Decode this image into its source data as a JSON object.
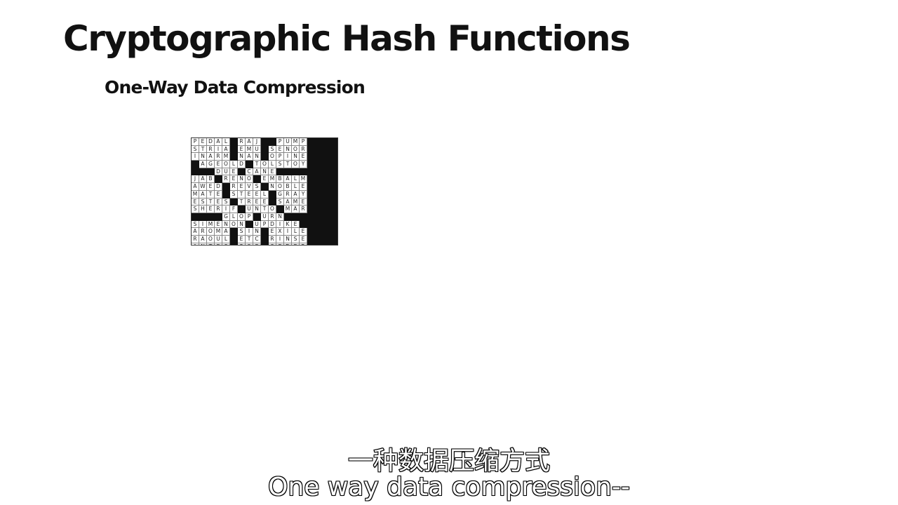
{
  "slide": {
    "title": "Cryptographic Hash Functions",
    "subtitle": "One-Way Data Compression"
  },
  "crossword": {
    "rows": [
      "PEDAL#RAJ##PUMP####",
      "STRIA#EMU#SENOR####",
      "INARM#NAN#OPINE####",
      "#AGEOLD#TOLSTOY####",
      "###DUE#CANE########",
      "JAB#RENO#EMBALM####",
      "AWED#REVS#NOBLE####",
      "MATE#STEEL#GRAY####",
      "ESTES#TREE#SAME####",
      "SHERIF#UNTO#MAR####",
      "####GLOP#URN#######",
      "SIMENON#UPDIKE#####",
      "AROMA#SIN#EXILE####",
      "RAOUL#ETC#RINSE####",
      "ANTES#POE#SEDER####"
    ]
  },
  "captions": {
    "chinese": "一种数据压缩方式",
    "english": "One way data compression--"
  }
}
